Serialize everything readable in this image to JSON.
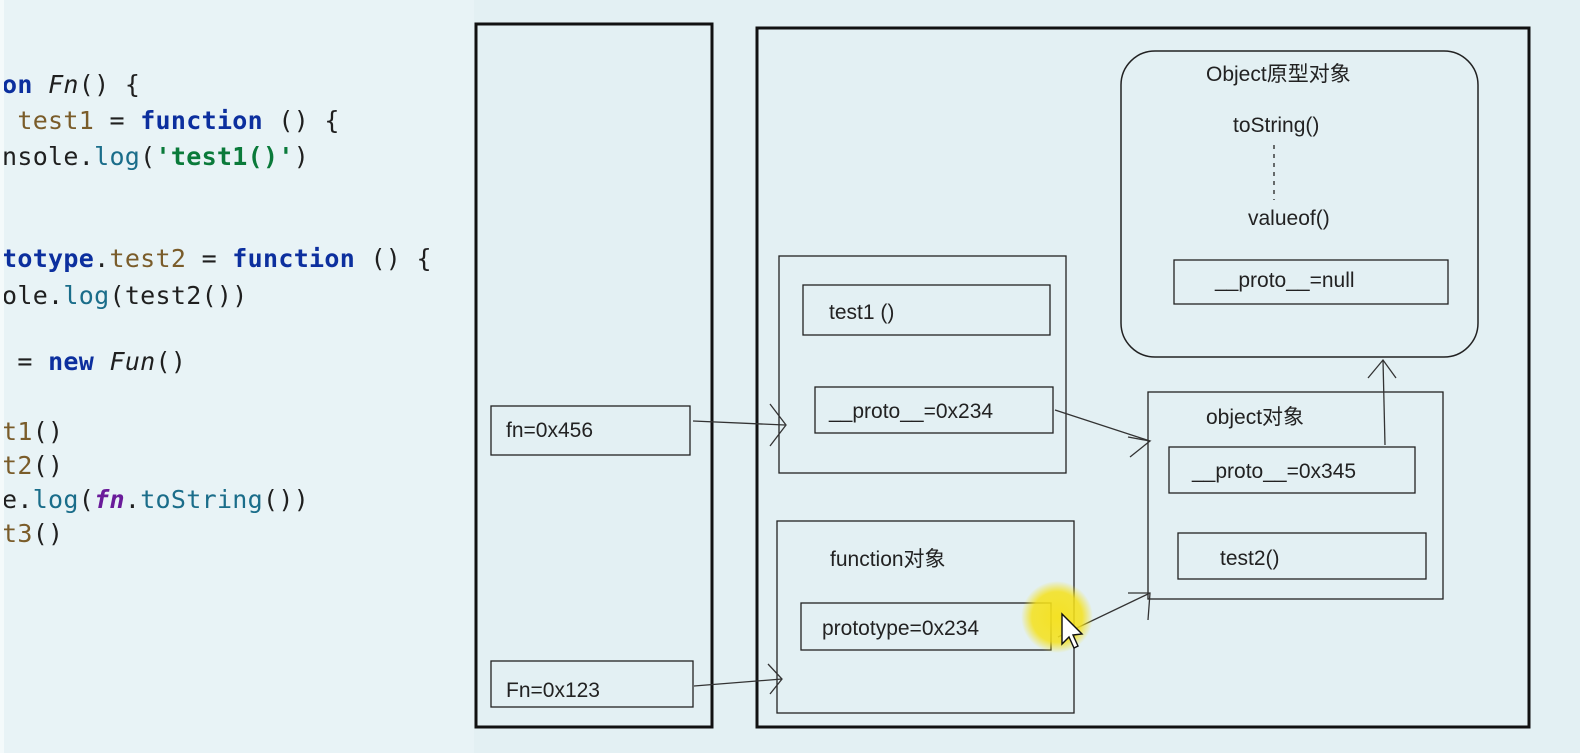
{
  "code": {
    "lines": [
      "on Fn() {",
      " test1 = function () {",
      "nsole.log('test1()')",
      "totype.test2 = function () {",
      "ole.log(test2())",
      " = new Fun()",
      "t1()",
      "t2()",
      "e.log(fn.toString())",
      "t3()"
    ]
  },
  "diagram": {
    "stack": {
      "fn_var": "fn=0x456",
      "Fn_var": "Fn=0x123"
    },
    "instance": {
      "method": "test1 ()",
      "proto": "__proto__=0x234"
    },
    "function_obj": {
      "title": "function对象",
      "prototype": "prototype=0x234"
    },
    "proto_obj": {
      "title": "object对象",
      "proto": "__proto__=0x345",
      "method": "test2()"
    },
    "object_proto": {
      "title": "Object原型对象",
      "method1": "toString()",
      "method2": "valueof()",
      "proto": "__proto__=null"
    }
  },
  "colors": {
    "background": "#e3f0f3",
    "stroke": "#111111",
    "cursor_highlight": "#f5e11a"
  }
}
